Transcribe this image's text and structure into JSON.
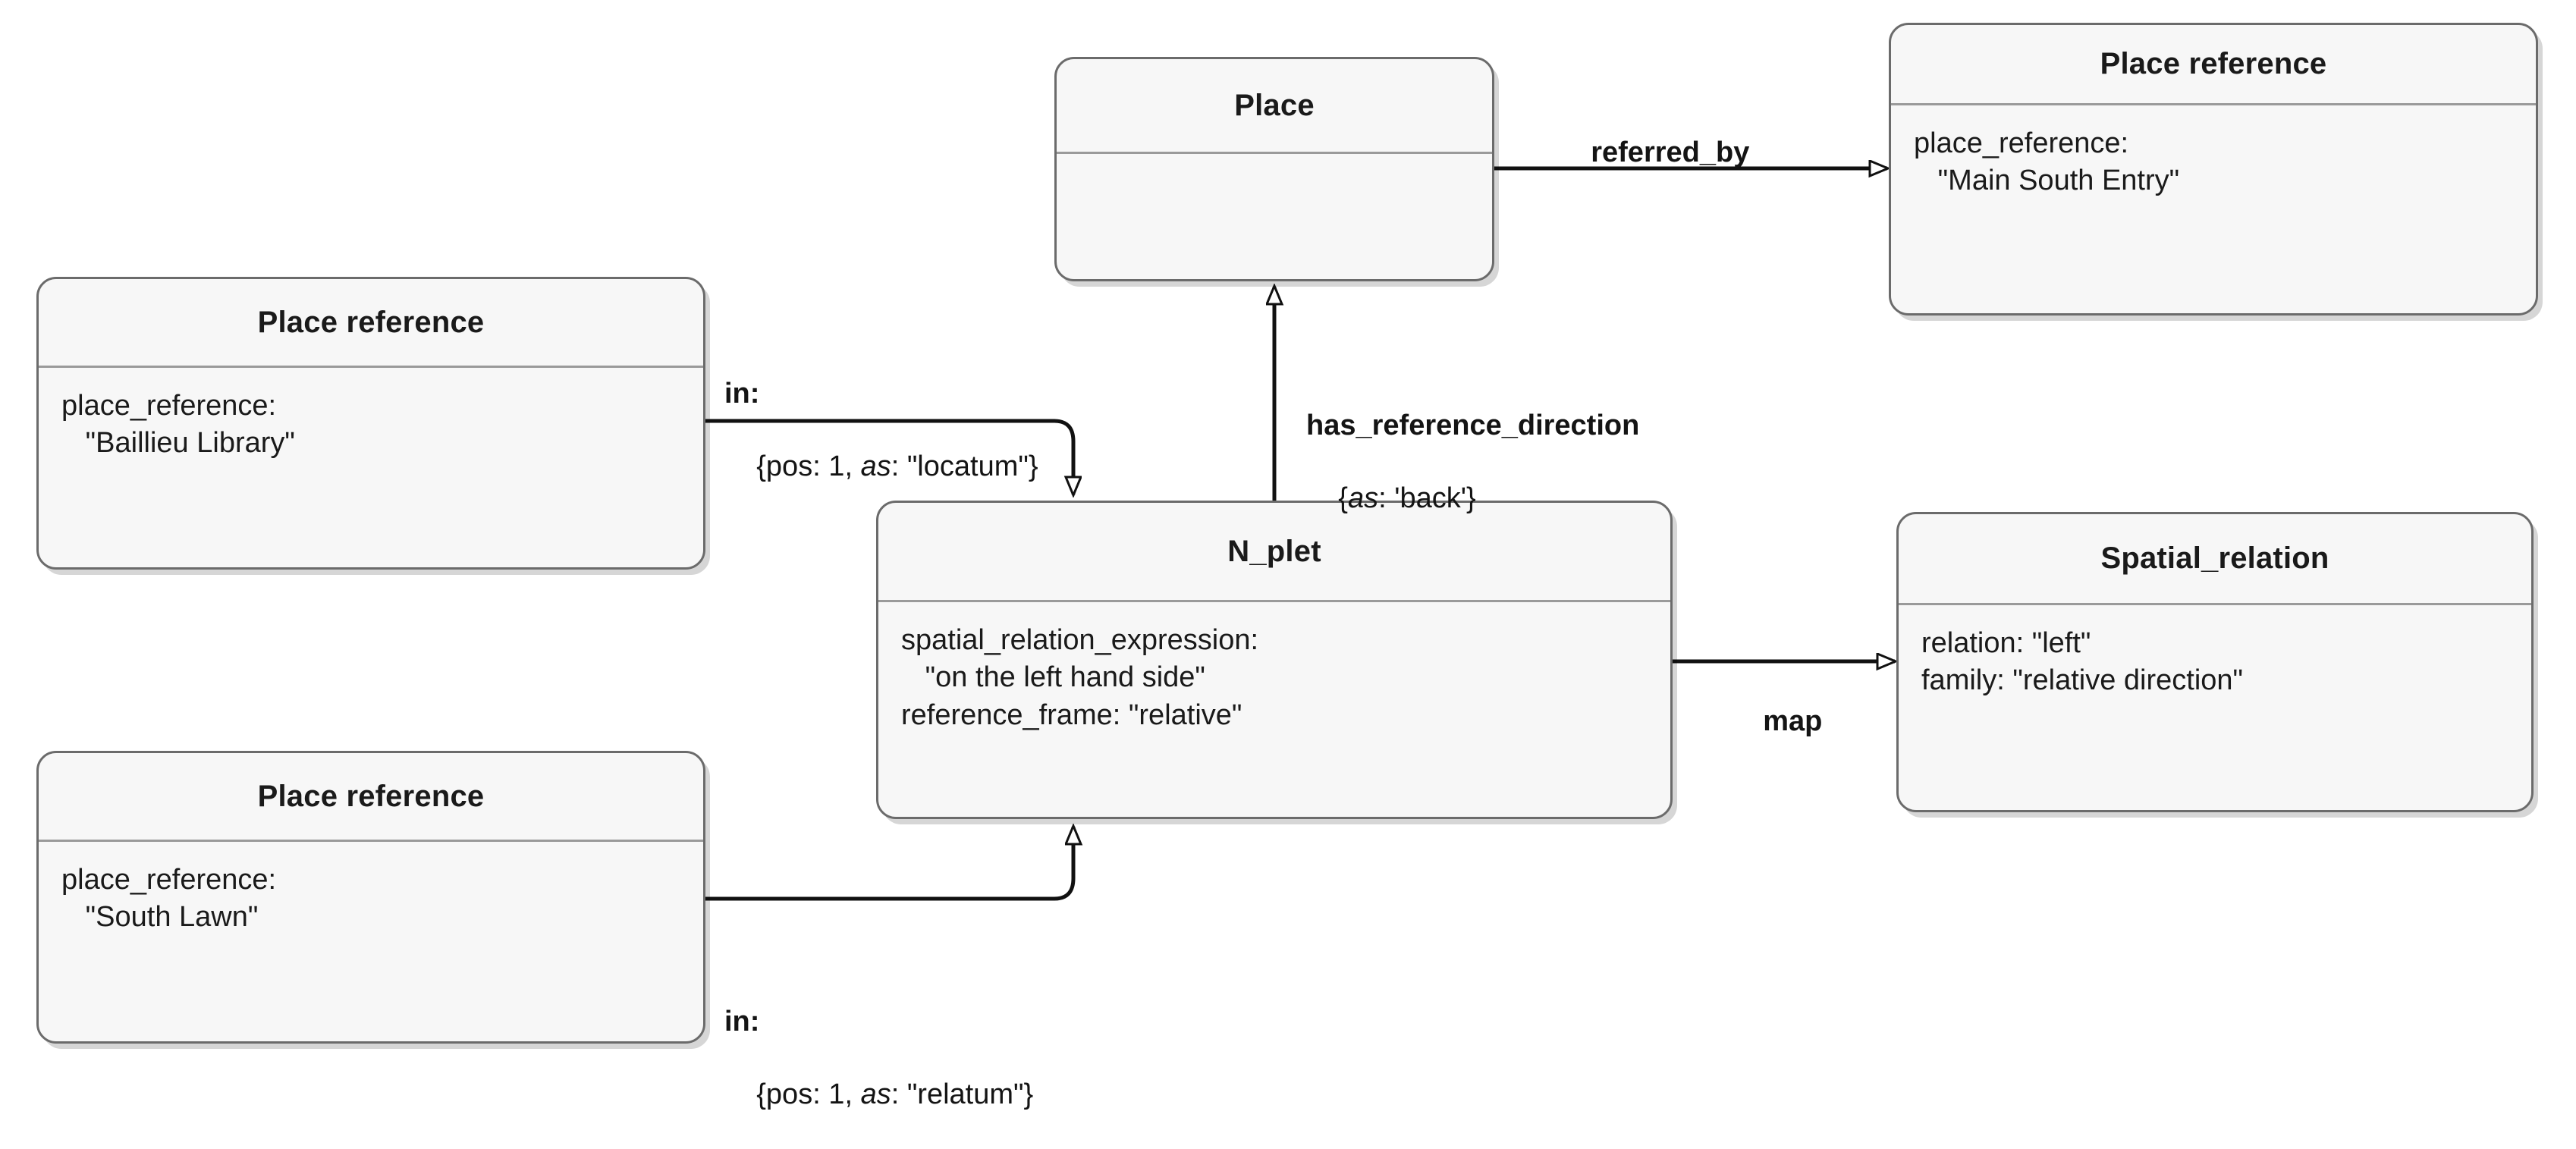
{
  "diagram": {
    "type": "uml-object-diagram",
    "background": "#ffffff",
    "node_fill": "#f7f7f7",
    "node_border": "#6b6b6b",
    "text_color": "#1a1a1a"
  },
  "nodes": [
    {
      "id": "place",
      "title": "Place",
      "attributes": []
    },
    {
      "id": "place_ref_main_south_entry",
      "title": "Place reference",
      "attributes": [
        "place_reference:",
        "   \"Main South Entry\""
      ]
    },
    {
      "id": "place_ref_baillieu",
      "title": "Place reference",
      "attributes": [
        "place_reference:",
        "   \"Baillieu Library\""
      ]
    },
    {
      "id": "n_plet",
      "title": "N_plet",
      "attributes": [
        "spatial_relation_expression:",
        "   \"on the left hand side\"",
        "reference_frame: \"relative\""
      ]
    },
    {
      "id": "spatial_relation",
      "title": "Spatial_relation",
      "attributes": [
        "relation: \"left\"",
        "family: \"relative direction\""
      ]
    },
    {
      "id": "place_ref_south_lawn",
      "title": "Place reference",
      "attributes": [
        "place_reference:",
        "   \"South Lawn\""
      ]
    }
  ],
  "edges": [
    {
      "id": "referred_by",
      "from": "place",
      "to": "place_ref_main_south_entry",
      "label": "referred_by",
      "qualifier": "",
      "arrow": "hollow-triangle"
    },
    {
      "id": "has_reference_direction",
      "from": "n_plet",
      "to": "place",
      "label": "has_reference_direction",
      "qualifier": "{as: 'back'}",
      "qualifier_prefix": "{",
      "qualifier_italic": "as",
      "qualifier_suffix": ": 'back'}",
      "arrow": "hollow-triangle"
    },
    {
      "id": "in_locatum",
      "from": "place_ref_baillieu",
      "to": "n_plet",
      "label": "in:",
      "qualifier_prefix": "{pos: 1, ",
      "qualifier_italic": "as",
      "qualifier_suffix": ": \"locatum\"}",
      "arrow": "hollow-triangle"
    },
    {
      "id": "in_relatum",
      "from": "place_ref_south_lawn",
      "to": "n_plet",
      "label": "in:",
      "qualifier_prefix": "{pos: 1, ",
      "qualifier_italic": "as",
      "qualifier_suffix": ": \"relatum\"}",
      "arrow": "hollow-triangle"
    },
    {
      "id": "map",
      "from": "n_plet",
      "to": "spatial_relation",
      "label": "map",
      "qualifier": "",
      "arrow": "hollow-triangle"
    }
  ]
}
